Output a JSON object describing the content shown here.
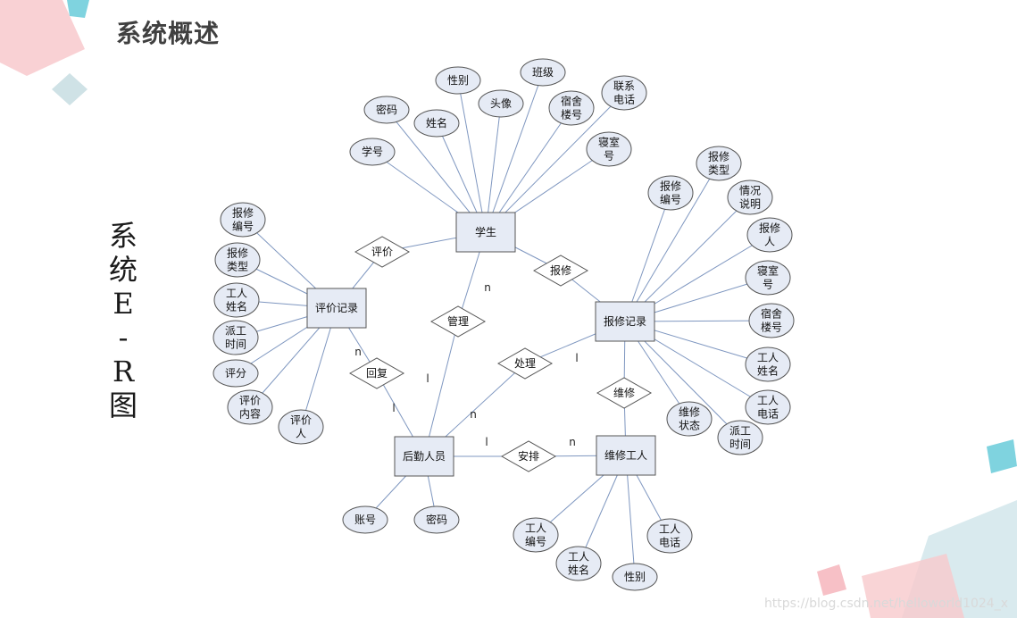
{
  "slide": {
    "title": "系统概述",
    "side_title": [
      "系",
      "统",
      "E",
      "-",
      "R",
      "图"
    ],
    "watermark": "https://blog.csdn.net/helloworld1024_x"
  },
  "diagram": {
    "entities": [
      {
        "id": "student",
        "label": "学生"
      },
      {
        "id": "eval",
        "label": "评价记录"
      },
      {
        "id": "repair",
        "label": "报修记录"
      },
      {
        "id": "staff",
        "label": "后勤人员"
      },
      {
        "id": "worker",
        "label": "维修工人"
      }
    ],
    "relationships": [
      {
        "id": "r_eval",
        "label": "评价"
      },
      {
        "id": "r_report",
        "label": "报修"
      },
      {
        "id": "r_manage",
        "label": "管理"
      },
      {
        "id": "r_handle",
        "label": "处理"
      },
      {
        "id": "r_reply",
        "label": "回复"
      },
      {
        "id": "r_maint",
        "label": "维修"
      },
      {
        "id": "r_assign",
        "label": "安排"
      }
    ],
    "attributes": [
      {
        "id": "s1",
        "lines": [
          "学号"
        ]
      },
      {
        "id": "s2",
        "lines": [
          "密码"
        ]
      },
      {
        "id": "s3",
        "lines": [
          "姓名"
        ]
      },
      {
        "id": "s4",
        "lines": [
          "性别"
        ]
      },
      {
        "id": "s5",
        "lines": [
          "头像"
        ]
      },
      {
        "id": "s6",
        "lines": [
          "班级"
        ]
      },
      {
        "id": "s7",
        "lines": [
          "宿舍",
          "楼号"
        ]
      },
      {
        "id": "s8",
        "lines": [
          "联系",
          "电话"
        ]
      },
      {
        "id": "s9",
        "lines": [
          "寝室",
          "号"
        ]
      },
      {
        "id": "e1",
        "lines": [
          "报修",
          "编号"
        ]
      },
      {
        "id": "e2",
        "lines": [
          "报修",
          "类型"
        ]
      },
      {
        "id": "e3",
        "lines": [
          "工人",
          "姓名"
        ]
      },
      {
        "id": "e4",
        "lines": [
          "派工",
          "时间"
        ]
      },
      {
        "id": "e5",
        "lines": [
          "评分"
        ]
      },
      {
        "id": "e6",
        "lines": [
          "评价",
          "内容"
        ]
      },
      {
        "id": "e7",
        "lines": [
          "评价",
          "人"
        ]
      },
      {
        "id": "p1",
        "lines": [
          "报修",
          "编号"
        ]
      },
      {
        "id": "p2",
        "lines": [
          "报修",
          "类型"
        ]
      },
      {
        "id": "p3",
        "lines": [
          "情况",
          "说明"
        ]
      },
      {
        "id": "p4",
        "lines": [
          "报修",
          "人"
        ]
      },
      {
        "id": "p5",
        "lines": [
          "寝室",
          "号"
        ]
      },
      {
        "id": "p6",
        "lines": [
          "宿舍",
          "楼号"
        ]
      },
      {
        "id": "p7",
        "lines": [
          "工人",
          "姓名"
        ]
      },
      {
        "id": "p8",
        "lines": [
          "工人",
          "电话"
        ]
      },
      {
        "id": "p9",
        "lines": [
          "派工",
          "时间"
        ]
      },
      {
        "id": "p10",
        "lines": [
          "维修",
          "状态"
        ]
      },
      {
        "id": "h1",
        "lines": [
          "账号"
        ]
      },
      {
        "id": "h2",
        "lines": [
          "密码"
        ]
      },
      {
        "id": "w1",
        "lines": [
          "工人",
          "编号"
        ]
      },
      {
        "id": "w2",
        "lines": [
          "工人",
          "姓名"
        ]
      },
      {
        "id": "w3",
        "lines": [
          "性别"
        ]
      },
      {
        "id": "w4",
        "lines": [
          "工人",
          "电话"
        ]
      }
    ],
    "cardinalities": [
      {
        "id": "c1",
        "label": "n"
      },
      {
        "id": "c2",
        "label": "n"
      },
      {
        "id": "c3",
        "label": "l"
      },
      {
        "id": "c4",
        "label": "l"
      },
      {
        "id": "c5",
        "label": "n"
      },
      {
        "id": "c6",
        "label": "l"
      },
      {
        "id": "c7",
        "label": "l"
      },
      {
        "id": "c8",
        "label": "n"
      }
    ]
  }
}
